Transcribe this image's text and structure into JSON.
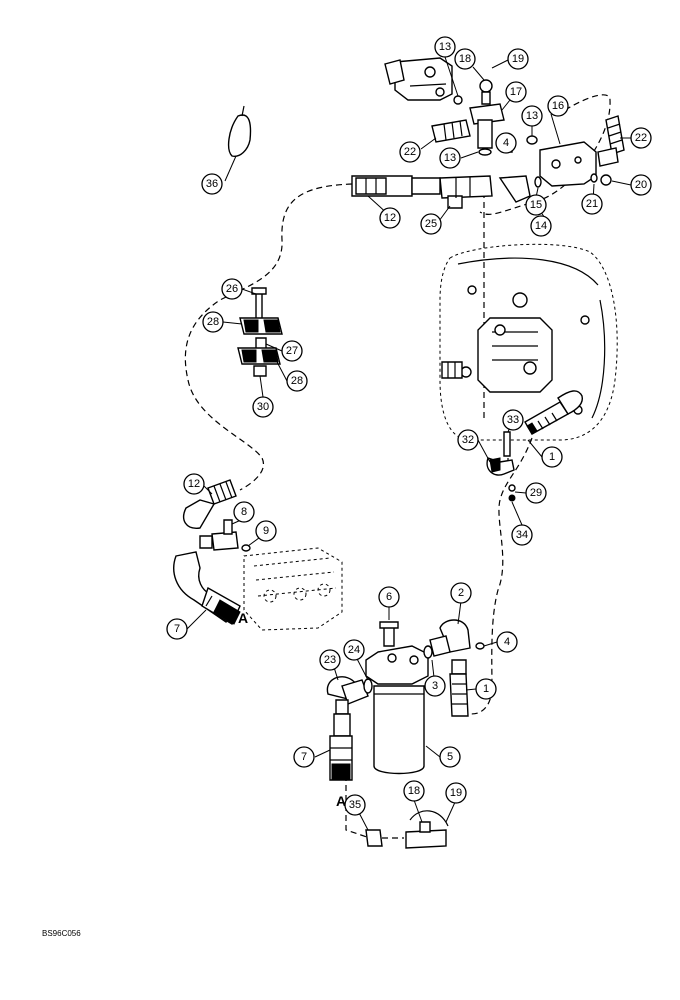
{
  "figure_code": "BS96C056",
  "connection_label": "A",
  "callouts": [
    "1",
    "2",
    "3",
    "4",
    "5",
    "6",
    "7",
    "8",
    "9",
    "12",
    "13",
    "14",
    "15",
    "16",
    "17",
    "18",
    "19",
    "20",
    "21",
    "22",
    "23",
    "24",
    "25",
    "26",
    "27",
    "28",
    "29",
    "30",
    "32",
    "33",
    "34",
    "35",
    "36"
  ]
}
